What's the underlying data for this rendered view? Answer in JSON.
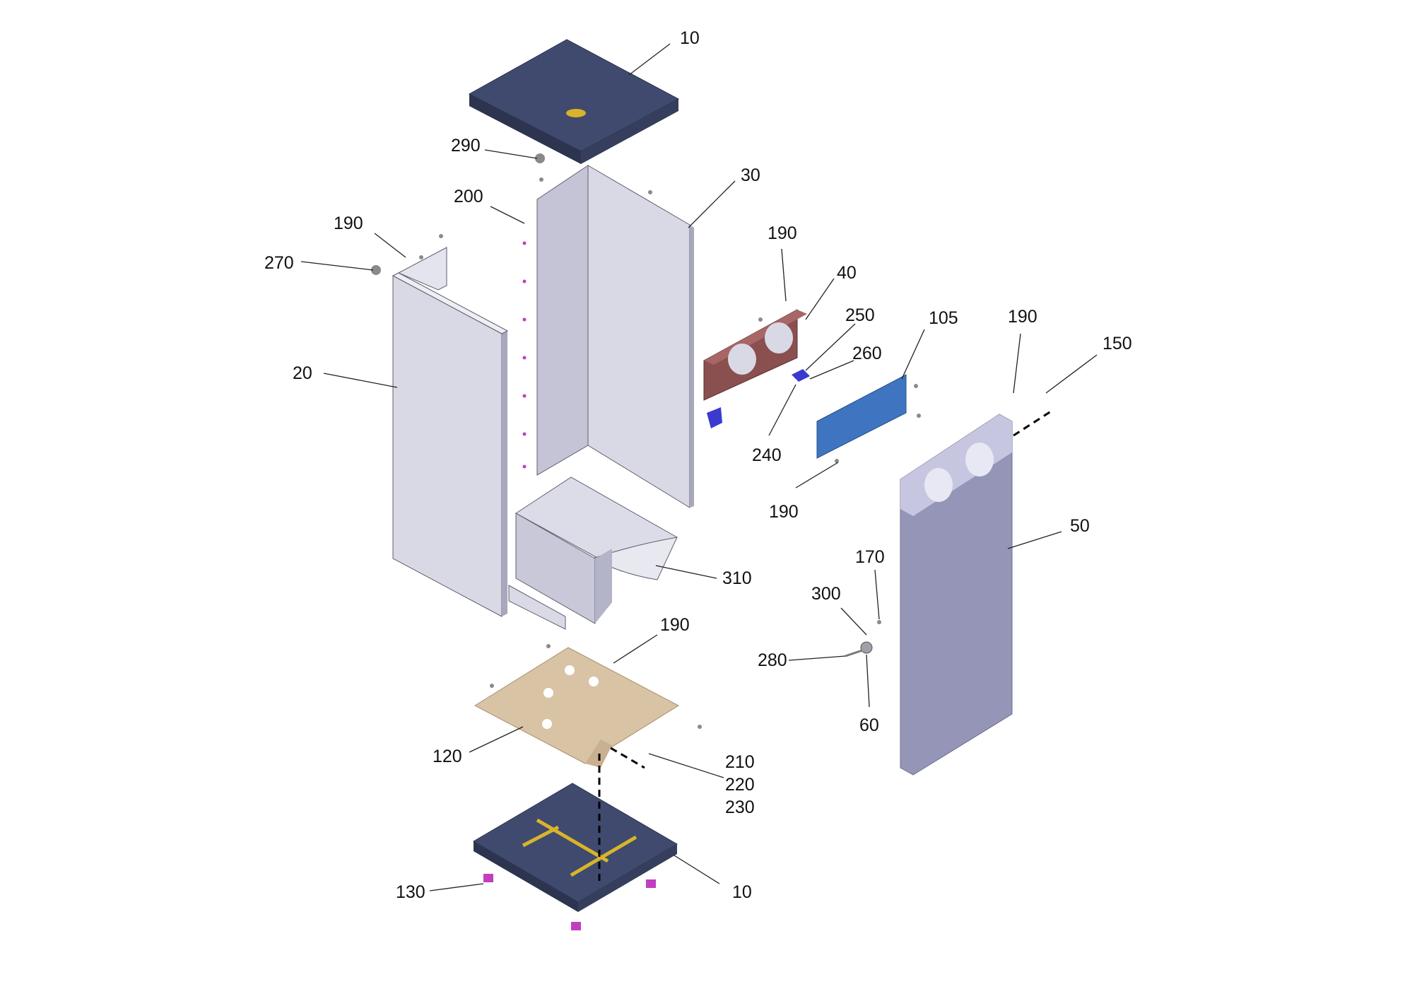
{
  "callouts": [
    {
      "id": "c10top",
      "text": "10"
    },
    {
      "id": "c290",
      "text": "290"
    },
    {
      "id": "c30",
      "text": "30"
    },
    {
      "id": "c200",
      "text": "200"
    },
    {
      "id": "c190a",
      "text": "190"
    },
    {
      "id": "c270",
      "text": "270"
    },
    {
      "id": "c20",
      "text": "20"
    },
    {
      "id": "c190b",
      "text": "190"
    },
    {
      "id": "c40",
      "text": "40"
    },
    {
      "id": "c250",
      "text": "250"
    },
    {
      "id": "c260",
      "text": "260"
    },
    {
      "id": "c105",
      "text": "105"
    },
    {
      "id": "c190c",
      "text": "190"
    },
    {
      "id": "c150",
      "text": "150"
    },
    {
      "id": "c240",
      "text": "240"
    },
    {
      "id": "c190d",
      "text": "190"
    },
    {
      "id": "c50",
      "text": "50"
    },
    {
      "id": "c170",
      "text": "170"
    },
    {
      "id": "c300",
      "text": "300"
    },
    {
      "id": "c280",
      "text": "280"
    },
    {
      "id": "c60",
      "text": "60"
    },
    {
      "id": "c310",
      "text": "310"
    },
    {
      "id": "c190e",
      "text": "190"
    },
    {
      "id": "c120",
      "text": "120"
    },
    {
      "id": "c210",
      "text": "210"
    },
    {
      "id": "c220",
      "text": "220"
    },
    {
      "id": "c230",
      "text": "230"
    },
    {
      "id": "c130",
      "text": "130"
    },
    {
      "id": "c10bottom",
      "text": "10"
    }
  ],
  "colors": {
    "panel_light": "#d9d9e6",
    "panel_mid": "#c4c4d6",
    "panel_dark": "#a7a7bd",
    "door": "#9595b8",
    "door_light": "#c6c6e0",
    "base_navy": "#3f4a6e",
    "base_dark": "#2c3450",
    "fan_tray": "#8a4f4f",
    "pcb_blue": "#3f74c0",
    "plate_tan": "#d8c3a5",
    "bracket_blue": "#3a3ad0",
    "accent_yellow": "#d9b42a",
    "pin_magenta": "#c03fc0"
  }
}
